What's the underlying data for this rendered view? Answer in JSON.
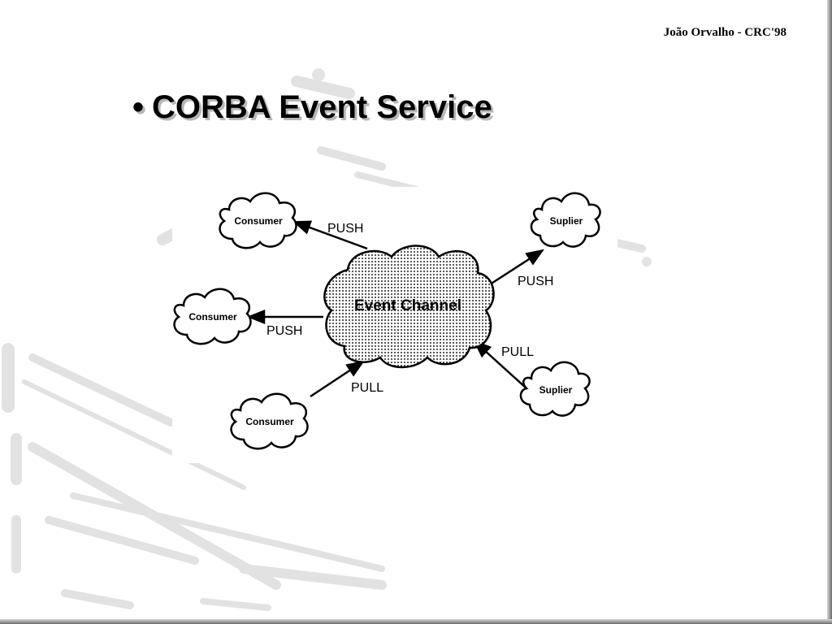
{
  "header": {
    "author_note": "João Orvalho - CRC'98"
  },
  "slide": {
    "bullet": "•",
    "title": "CORBA Event Service"
  },
  "diagram": {
    "center": {
      "label": "Event Channel"
    },
    "nodes": [
      {
        "id": "consumer-push-top",
        "label": "Consumer"
      },
      {
        "id": "consumer-push-middle",
        "label": "Consumer"
      },
      {
        "id": "consumer-pull-bottom",
        "label": "Consumer"
      },
      {
        "id": "supplier-push-top",
        "label": "Suplier"
      },
      {
        "id": "supplier-pull-bottom",
        "label": "Suplier"
      }
    ],
    "edges": [
      {
        "from": "Event Channel",
        "to": "Consumer",
        "label": "PUSH"
      },
      {
        "from": "Event Channel",
        "to": "Consumer",
        "label": "PUSH"
      },
      {
        "from": "Consumer",
        "to": "Event Channel",
        "label": "PULL"
      },
      {
        "from": "Event Channel",
        "to": "Suplier",
        "label": "PUSH"
      },
      {
        "from": "Suplier",
        "to": "Event Channel",
        "label": "PULL"
      }
    ]
  }
}
